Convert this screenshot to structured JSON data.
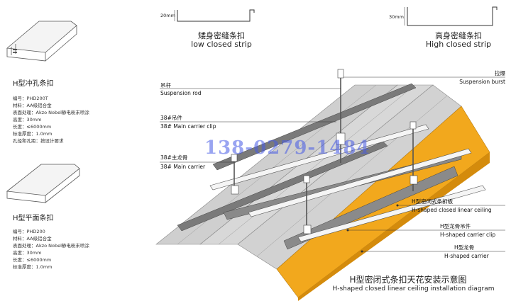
{
  "product_left_top": {
    "title": "H型冲孔条扣",
    "specs": [
      "编号：PHD200T",
      "材料：AA级铝合金",
      "表面处理：Akzo Nobel静电粉末喷涂",
      "高度：30mm",
      "长度：≤6000mm",
      "标准厚度：1.0mm",
      "孔径和孔距：按设计要求"
    ]
  },
  "product_left_bottom": {
    "title": "H型平面条扣",
    "specs": [
      "编号：PHD200",
      "材料：AA级铝合金",
      "表面处理：Akzo Nobel静电粉末喷涂",
      "高度：30mm",
      "长度：≤6000mm",
      "标准厚度：1.0mm"
    ]
  },
  "strip_low": {
    "dim": "20mm",
    "cn": "矮身密缝条扣",
    "en": "low closed strip"
  },
  "strip_high": {
    "dim": "30mm",
    "cn": "高身密缝条扣",
    "en": "High closed strip"
  },
  "labels": {
    "rod_cn": "吊杆",
    "rod_en": "Suspension rod",
    "burst_cn": "拉爆",
    "burst_en": "Suspension burst",
    "clip_cn": "38#吊件",
    "clip_en": "38# Main carrier clip",
    "main_cn": "38#主龙骨",
    "main_en": "38# Main carrier",
    "panel_cn": "H型密闭式条扣板",
    "panel_en": "H-shaped closed linear ceiling",
    "hclip_cn": "H型龙骨吊件",
    "hclip_en": "H-shaped carrier clip",
    "hcarrier_cn": "H型龙骨",
    "hcarrier_en": "H-shaped carrier"
  },
  "caption": {
    "cn": "H型密闭式条扣天花安装示意图",
    "en": "H-shaped closed linear ceiling installation diagram"
  },
  "watermark": "138-0279-1484",
  "colors": {
    "panel_gray": "#c8c8c8",
    "panel_yellow": "#f2a81d",
    "watermark": "#4a5ae6"
  }
}
